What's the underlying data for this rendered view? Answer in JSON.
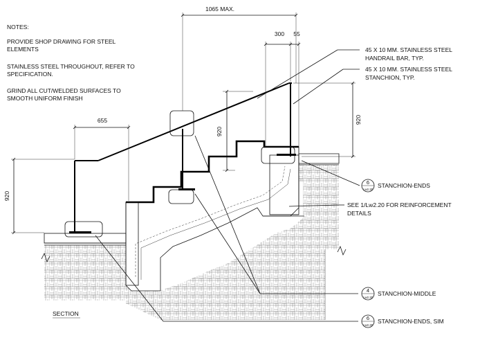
{
  "notes": {
    "heading": "NOTES:",
    "items": [
      [
        "PROVIDE SHOP DRAWING FOR STEEL",
        "ELEMENTS"
      ],
      [
        "STAINLESS STEEL THROUGHOUT,  REFER TO",
        "SPECIFICATION."
      ],
      [
        "GRIND ALL CUT/WELDED SURFACES TO",
        "SMOOTH UNIFORM FINISH"
      ]
    ]
  },
  "dimensions": {
    "max_width": "1065 MAX.",
    "d300": "300",
    "d55": "55",
    "d655": "655",
    "d920_left": "920",
    "d920_middle": "920",
    "d920_right": "920"
  },
  "callouts": {
    "handrail": [
      "45 X 10 MM. STAINLESS STEEL",
      "HANDRAIL BAR, TYP."
    ],
    "stanchion": [
      "45 X 10 MM. STAINLESS STEEL",
      "STANCHION, TYP."
    ],
    "reinforcement": [
      "SEE 1/Lw2.20 FOR REINFORCEMENT",
      "DETAILS"
    ]
  },
  "details": [
    {
      "num": "6",
      "sheet": "Lw2.30",
      "label": "STANCHION-ENDS"
    },
    {
      "num": "4",
      "sheet": "Lw2.30",
      "label": "STANCHION-MIDDLE"
    },
    {
      "num": "6",
      "sheet": "Lw2.30",
      "label": "STANCHION-ENDS, SIM"
    }
  ],
  "title": "SECTION"
}
